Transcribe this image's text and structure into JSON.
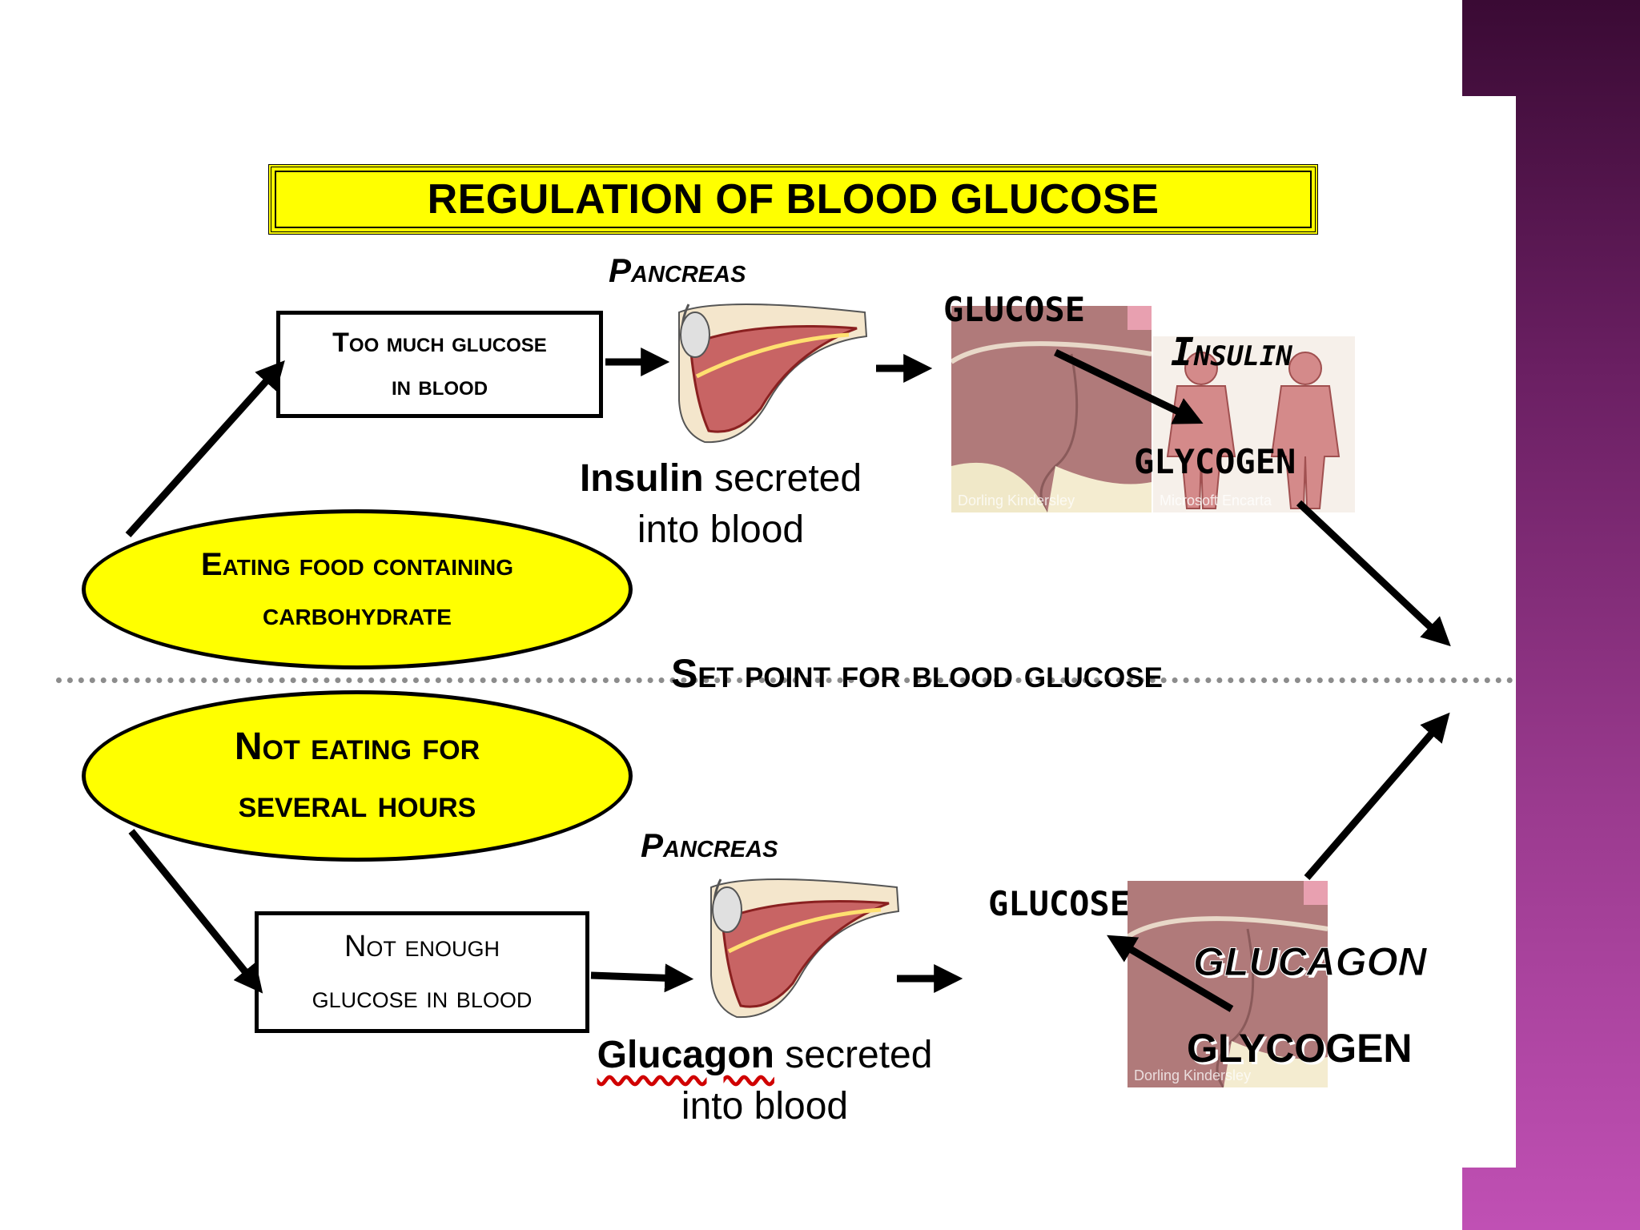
{
  "title": "REGULATION OF BLOOD GLUCOSE",
  "top": {
    "box_label_line1": "Too much glucose",
    "box_label_line2": "in blood",
    "ellipse_line1": "Eating food containing",
    "ellipse_line2": "carbohydrate",
    "pancreas_label": "Pancreas",
    "hormone_word": "Insulin",
    "secreted_rest": " secreted",
    "secreted_line2": "into blood",
    "glucose_label": "GLUCOSE",
    "insulin_label": "Insulin",
    "glycogen_label": "GLYCOGEN",
    "credit_left": "Dorling Kindersley",
    "credit_right": "Microsoft Encarta"
  },
  "midline": {
    "set_point_label": "Set point for blood glucose"
  },
  "bottom": {
    "ellipse_line1": "Not eating for",
    "ellipse_line2": "several hours",
    "box_label_line1": "Not enough",
    "box_label_line2": "glucose in blood",
    "pancreas_label": "Pancreas",
    "hormone_word": "Glucagon",
    "secreted_rest": " secreted",
    "secreted_line2": "into blood",
    "glucose_label": "GLUCOSE",
    "glucagon_label": "GLUCAGON",
    "glycogen_label": "GLYCOGEN",
    "credit_left": "Dorling Kindersley"
  },
  "colors": {
    "yellow": "#ffff00",
    "liver": "#b07a7a",
    "side_bar": "#9a3a8e"
  }
}
